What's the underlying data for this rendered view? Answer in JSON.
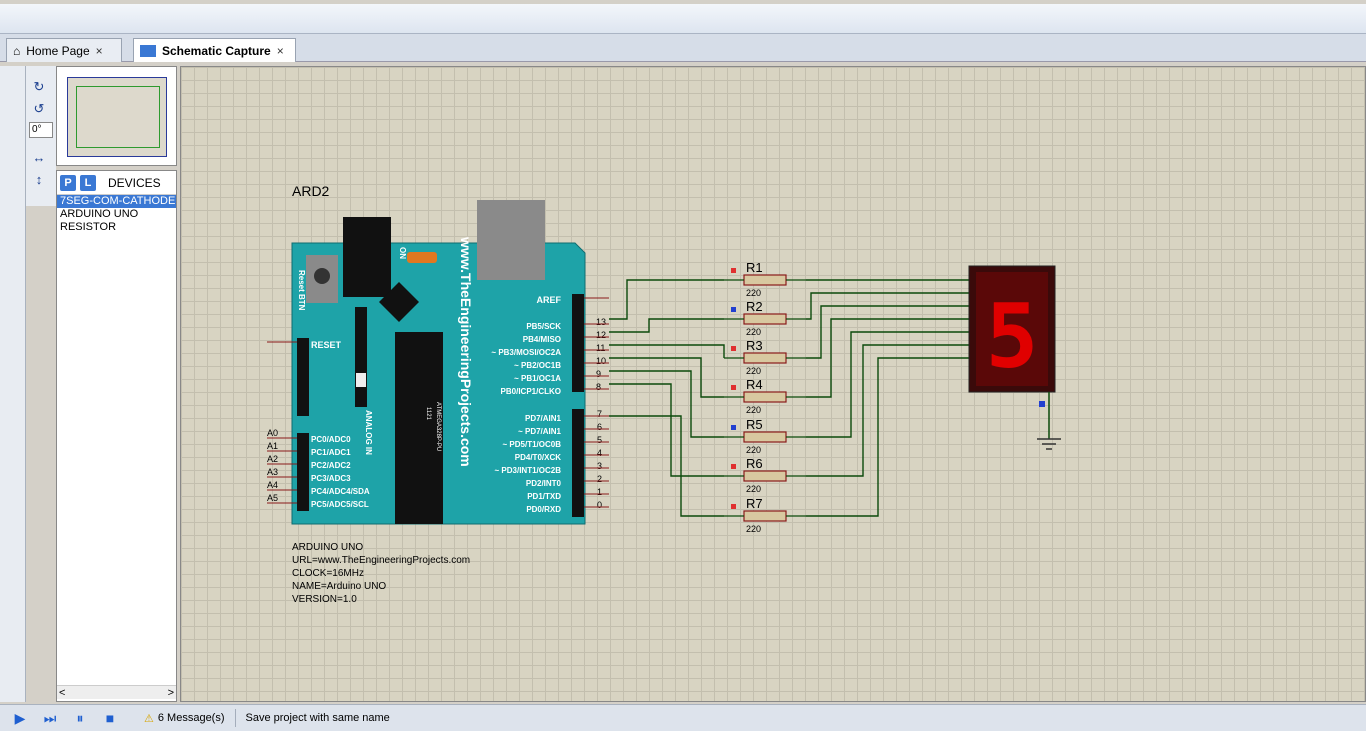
{
  "tabs": [
    {
      "label": "Home Page",
      "close": "×"
    },
    {
      "label": "Schematic Capture",
      "close": "×"
    }
  ],
  "rotation_field": "0°",
  "devices": {
    "header_p": "P",
    "header_l": "L",
    "label": "DEVICES",
    "items": [
      "7SEG-COM-CATHODE",
      "ARDUINO UNO",
      "RESISTOR"
    ],
    "selected_index": 0,
    "scroll_left": "<",
    "scroll_right": ">"
  },
  "schematic": {
    "ref": "ARD2",
    "board_text": "www.TheEngineeringProjects.com",
    "reset_btn": "Reset BTN",
    "on_label": "ON",
    "analog_in": "ANALOG IN",
    "chip_label": "ATMEGA328P-PU",
    "chip_code": "1121",
    "reset_pin": "RESET",
    "aref": "AREF",
    "digital_pins": [
      "PB5/SCK",
      "PB4/MISO",
      "~ PB3/MOSI/OC2A",
      "~ PB2/OC1B",
      "~ PB1/OC1A",
      "PB0/ICP1/CLKO"
    ],
    "digital_nums": [
      "13",
      "12",
      "11",
      "10",
      "9",
      "8"
    ],
    "pd_pins": [
      "PD7/AIN1",
      "~ PD7/AIN1",
      "~ PD5/T1/OC0B",
      "PD4/T0/XCK",
      "~ PD3/INT1/OC2B",
      "PD2/INT0",
      "PD1/TXD",
      "PD0/RXD"
    ],
    "pd_nums": [
      "7",
      "6",
      "5",
      "4",
      "3",
      "2",
      "1",
      "0"
    ],
    "analog_pins": [
      "PC0/ADC0",
      "PC1/ADC1",
      "PC2/ADC2",
      "PC3/ADC3",
      "PC4/ADC4/SDA",
      "PC5/ADC5/SCL"
    ],
    "analog_labels": [
      "A0",
      "A1",
      "A2",
      "A3",
      "A4",
      "A5"
    ],
    "props": [
      "ARDUINO UNO",
      "URL=www.TheEngineeringProjects.com",
      "CLOCK=16MHz",
      "NAME=Arduino UNO",
      "VERSION=1.0"
    ],
    "resistors": [
      {
        "name": "R1",
        "value": "220"
      },
      {
        "name": "R2",
        "value": "220"
      },
      {
        "name": "R3",
        "value": "220"
      },
      {
        "name": "R4",
        "value": "220"
      },
      {
        "name": "R5",
        "value": "220"
      },
      {
        "name": "R6",
        "value": "220"
      },
      {
        "name": "R7",
        "value": "220"
      }
    ],
    "display_digit": "5",
    "colors": {
      "board": "#1ea3a8",
      "wire": "#0b4a0b",
      "display_on": "#e00000"
    }
  },
  "status": {
    "messages": "6 Message(s)",
    "text": "Save project with same name"
  }
}
